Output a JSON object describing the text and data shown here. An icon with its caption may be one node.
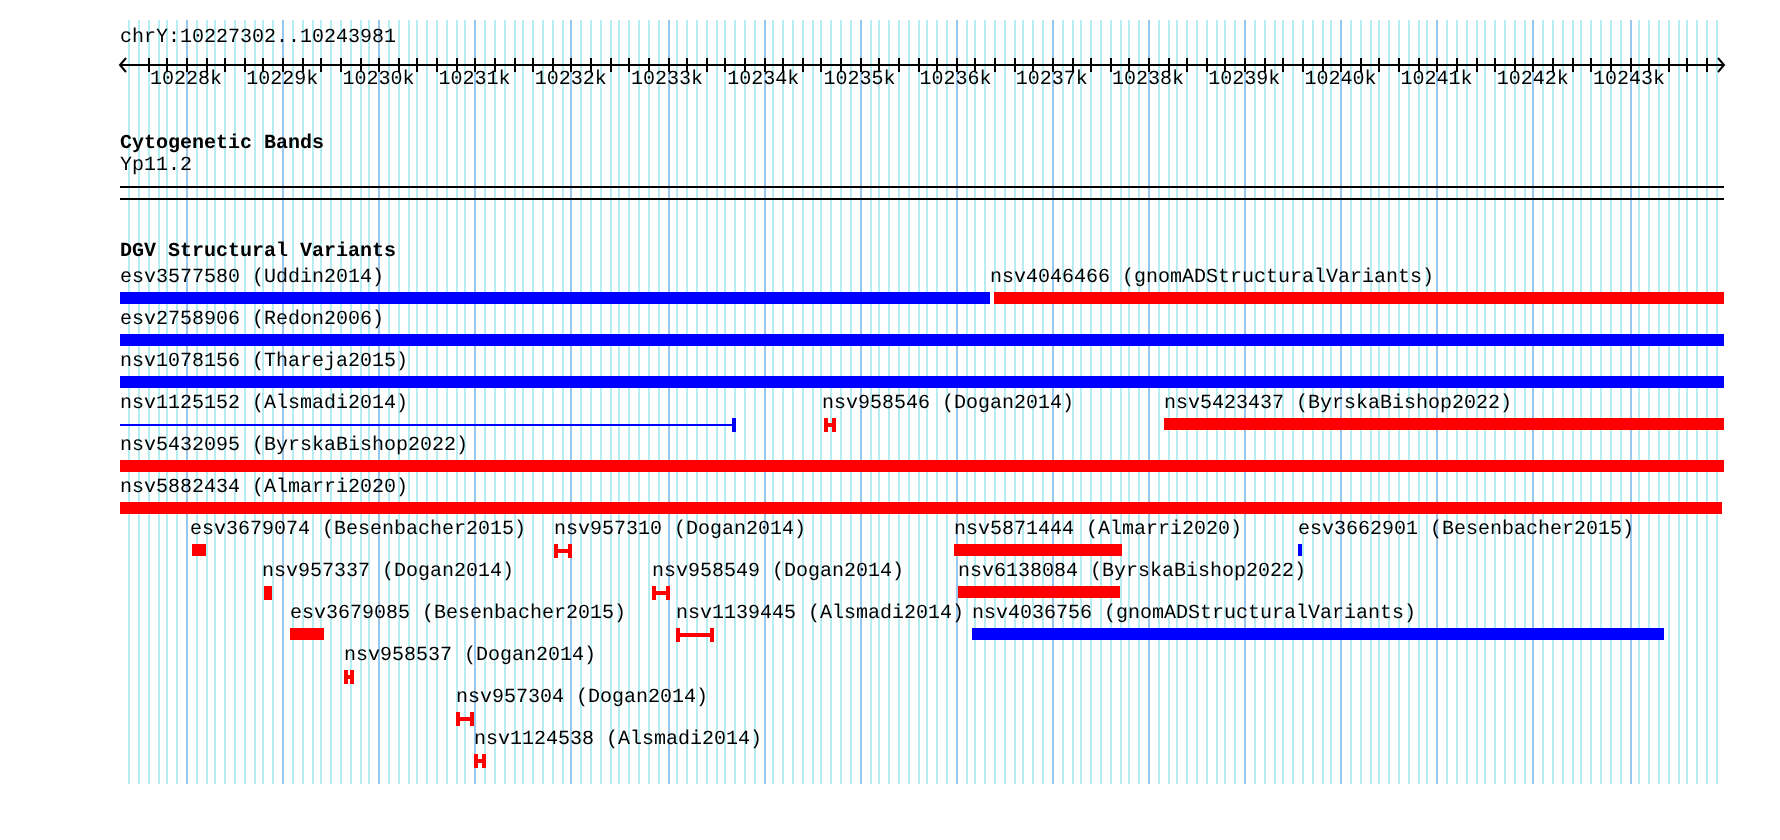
{
  "diagram": {
    "nodes": [
      {
        "text": [
          "esv3577580 (Uddin2014)"
        ]
      },
      {
        "text": [
          "nsv4046466 (gnomADStructuralVariants)"
        ]
      },
      {
        "text": [
          "esv2758906 (Redon2006)"
        ]
      },
      {
        "text": [
          "nsv1078156 (Thareja2015)"
        ]
      },
      {
        "text": [
          "nsv1125152 (Alsmadi2014)"
        ]
      },
      {
        "text": [
          "nsv958546 (Dogan2014)"
        ]
      },
      {
        "text": [
          "nsv5423437 (ByrskaBishop2022)"
        ]
      },
      {
        "text": [
          "nsv5432095 (ByrskaBishop2022)"
        ]
      },
      {
        "text": [
          "nsv5882434 (Almarri2020)"
        ]
      },
      {
        "text": [
          "esv3679074 (Besenbacher2015)"
        ]
      },
      {
        "text": [
          "nsv957310 (Dogan2014)"
        ]
      },
      {
        "text": [
          "nsv5871444 (Almarri2020)"
        ]
      },
      {
        "text": [
          "esv3662901 (Besenbacher2015)"
        ]
      },
      {
        "text": [
          "nsv957337 (Dogan2014)"
        ]
      },
      {
        "text": [
          "nsv958549 (Dogan2014)"
        ]
      },
      {
        "text": [
          "nsv6138084 (ByrskaBishop2022)"
        ]
      },
      {
        "text": [
          "esv3679085 (Besenbacher2015)"
        ]
      },
      {
        "text": [
          "nsv1139445 (Alsmadi2014)"
        ]
      },
      {
        "text": [
          "nsv4036756 (gnomADStructuralVariants)"
        ]
      },
      {
        "text": [
          "nsv958537 (Dogan2014)"
        ]
      },
      {
        "text": [
          "nsv957304 (Dogan2014)"
        ]
      },
      {
        "text": [
          "nsv1124538 (Alsmadi2014)"
        ]
      }
    ],
    "labels": [
      "chrY:10227302..10243981",
      "10228k",
      "10229k",
      "10230k",
      "10231k",
      "10232k",
      "10233k",
      "10234k",
      "10235k",
      "10236k",
      "10237k",
      "10238k",
      "10239k",
      "10240k",
      "10241k",
      "10242k",
      "10243k",
      "Cytogenetic Bands",
      "Yp11.2",
      "DGV Structural Variants"
    ]
  }
}
